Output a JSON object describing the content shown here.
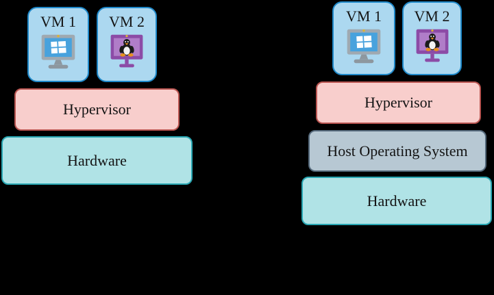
{
  "left_stack": {
    "vms": [
      {
        "label": "VM 1",
        "icon": "windows-monitor-icon"
      },
      {
        "label": "VM 2",
        "icon": "linux-monitor-icon"
      }
    ],
    "layers": [
      {
        "label": "Hypervisor",
        "type": "hypervisor"
      },
      {
        "label": "Hardware",
        "type": "hardware"
      }
    ]
  },
  "right_stack": {
    "vms": [
      {
        "label": "VM 1",
        "icon": "windows-monitor-icon"
      },
      {
        "label": "VM 2",
        "icon": "linux-monitor-icon"
      }
    ],
    "layers": [
      {
        "label": "Hypervisor",
        "type": "hypervisor"
      },
      {
        "label": "Host Operating System",
        "type": "host-os"
      },
      {
        "label": "Hardware",
        "type": "hardware"
      }
    ]
  },
  "colors": {
    "background": "#000000",
    "vm_fill": "#ACD8F0",
    "vm_stroke": "#1E88C9",
    "hypervisor_fill": "#F8CECC",
    "hypervisor_stroke": "#B85450",
    "host_os_fill": "#B7C8D3",
    "host_os_stroke": "#54687A",
    "hardware_fill": "#B0E3E6",
    "hardware_stroke": "#28A7B3",
    "text": "#141414"
  }
}
